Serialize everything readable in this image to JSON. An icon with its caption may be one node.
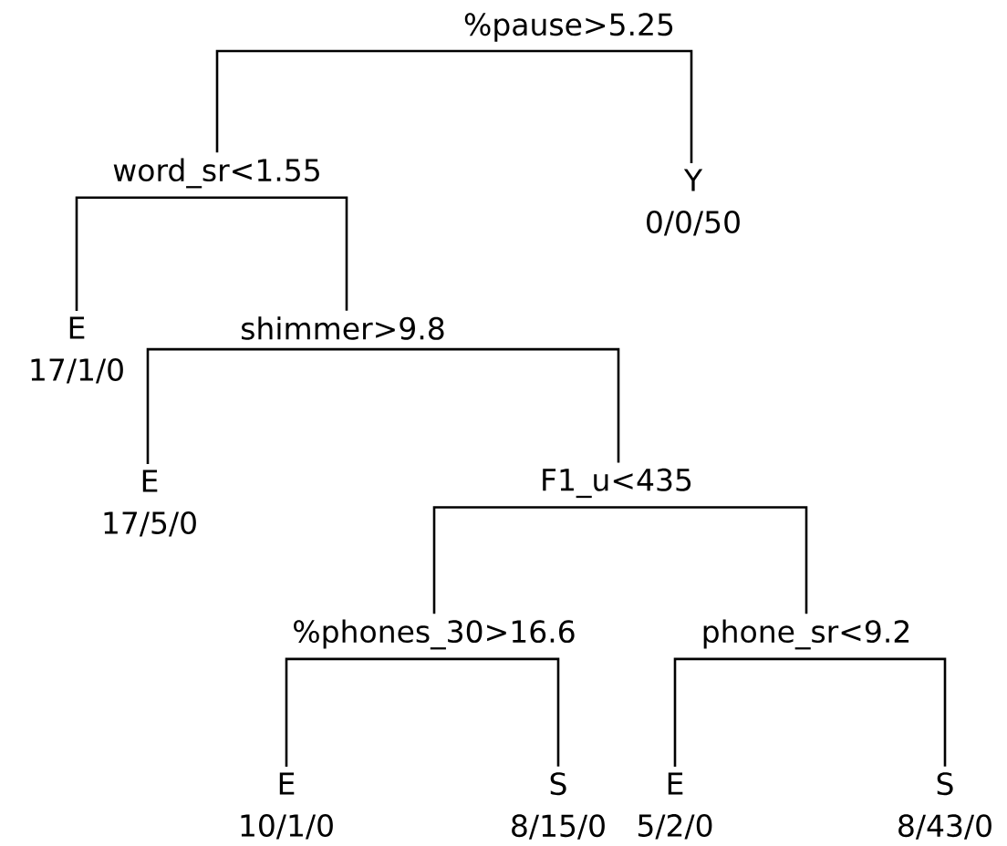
{
  "diagram": {
    "nodes": [
      {
        "text": [
          "%pause>5.25"
        ]
      },
      {
        "text": [
          "word_sr<1.55"
        ]
      },
      {
        "text": [
          "Y",
          "0/0/50"
        ]
      },
      {
        "text": [
          "E",
          "17/1/0"
        ]
      },
      {
        "text": [
          "shimmer>9.8"
        ]
      },
      {
        "text": [
          "E",
          "17/5/0"
        ]
      },
      {
        "text": [
          "F1_u<435"
        ]
      },
      {
        "text": [
          "%phones_30>16.6"
        ]
      },
      {
        "text": [
          "phone_sr<9.2"
        ]
      },
      {
        "text": [
          "E",
          "10/1/0"
        ]
      },
      {
        "text": [
          "S",
          "8/15/0"
        ]
      },
      {
        "text": [
          "E",
          "5/2/0"
        ]
      },
      {
        "text": [
          "S",
          "8/43/0"
        ]
      }
    ],
    "edges": [
      {
        "from": 0,
        "to": 1,
        "arrow": "none"
      },
      {
        "from": 0,
        "to": 2,
        "arrow": "none"
      },
      {
        "from": 1,
        "to": 3,
        "arrow": "none"
      },
      {
        "from": 1,
        "to": 4,
        "arrow": "none"
      },
      {
        "from": 4,
        "to": 5,
        "arrow": "none"
      },
      {
        "from": 4,
        "to": 6,
        "arrow": "none"
      },
      {
        "from": 6,
        "to": 7,
        "arrow": "none"
      },
      {
        "from": 6,
        "to": 8,
        "arrow": "none"
      },
      {
        "from": 7,
        "to": 9,
        "arrow": "none"
      },
      {
        "from": 7,
        "to": 10,
        "arrow": "none"
      },
      {
        "from": 8,
        "to": 11,
        "arrow": "none"
      },
      {
        "from": 8,
        "to": 12,
        "arrow": "none"
      }
    ]
  }
}
